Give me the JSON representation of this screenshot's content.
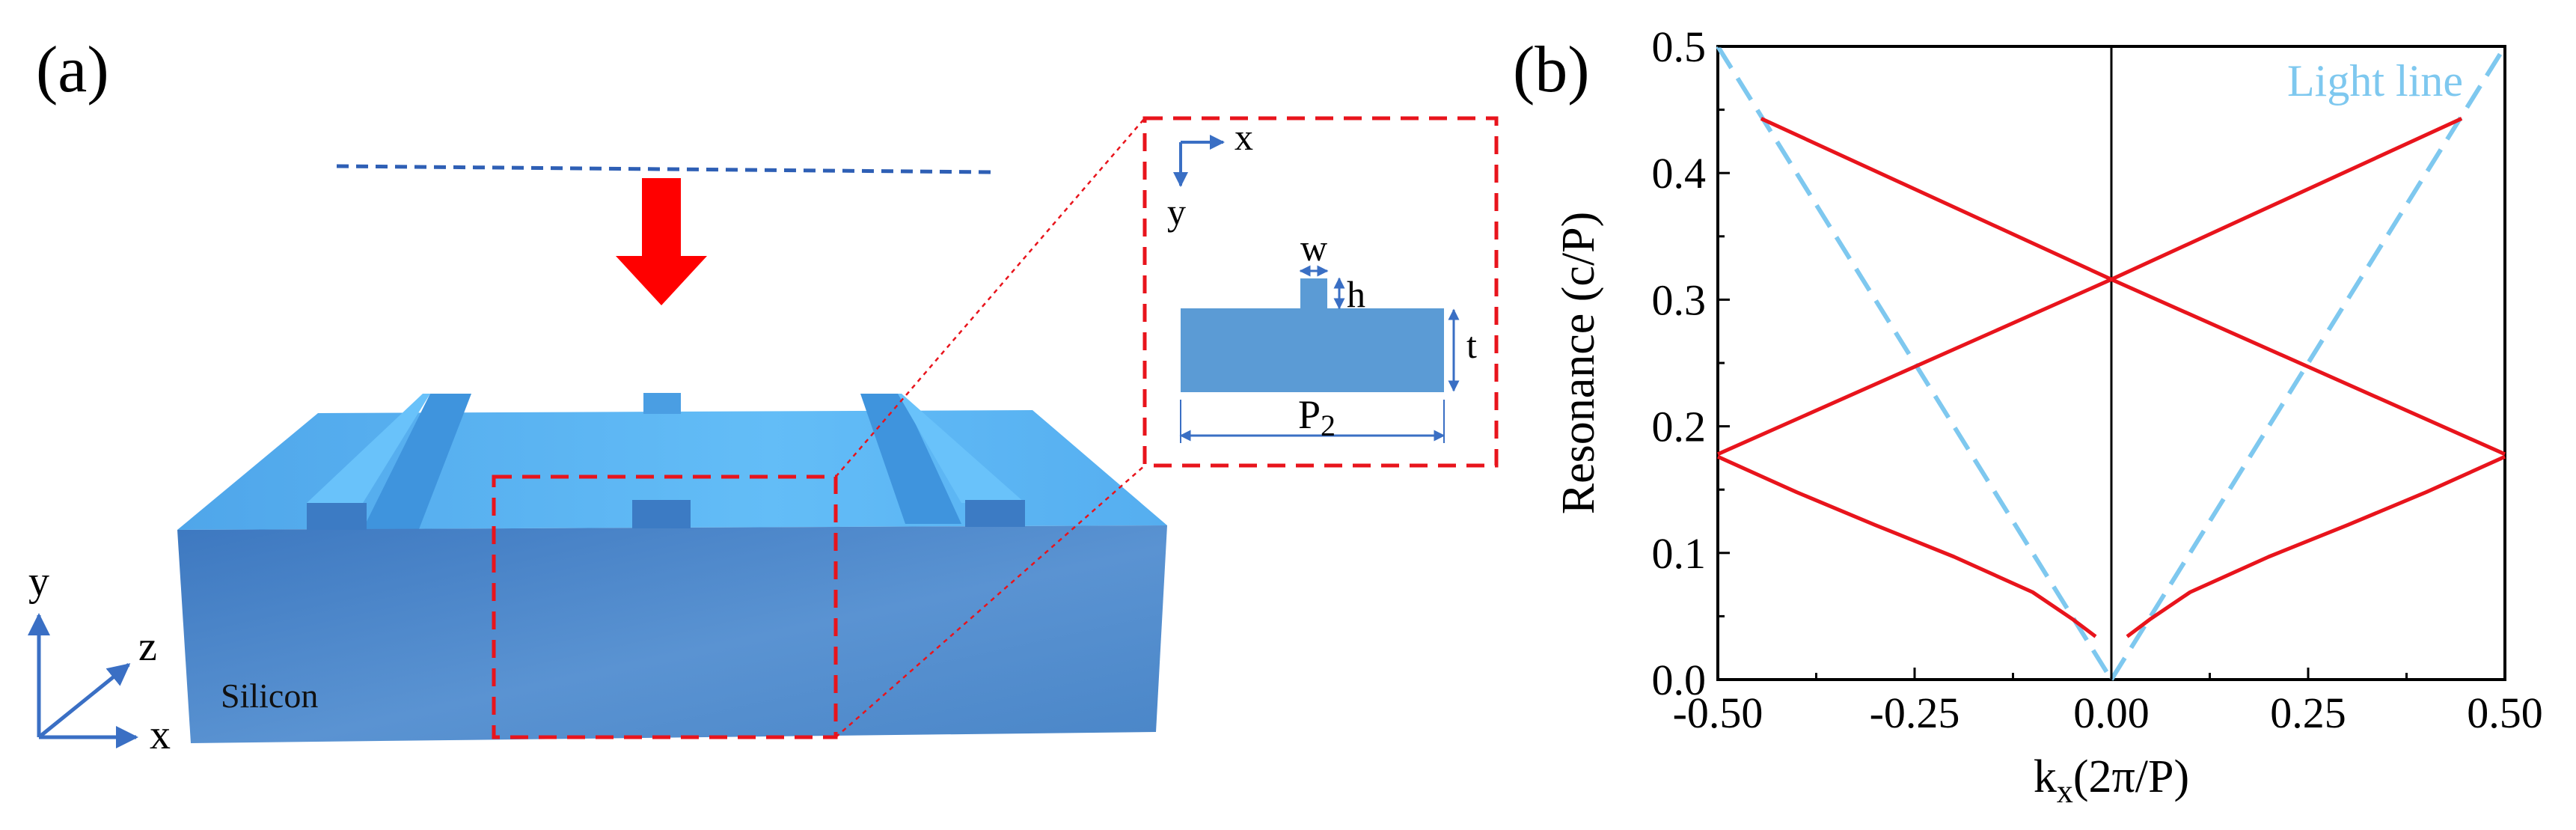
{
  "panel_a": {
    "label": "(a)",
    "material_label": "Silicon",
    "axes_3d": {
      "y": "y",
      "z": "z",
      "x": "x"
    },
    "inset": {
      "axis_x": "x",
      "axis_y": "y",
      "dim_w": "w",
      "dim_h": "h",
      "dim_t": "t",
      "dim_p": "P",
      "dim_p_sub": "2"
    },
    "colors": {
      "slab_front": "#4a86c8",
      "slab_top": "#5fb2f0",
      "arrow": "#ff0000",
      "wavefront": "#2e5fb5",
      "zoom_box": "#e8141c",
      "inset_fill": "#5b9bd5"
    }
  },
  "panel_b": {
    "label": "(b)",
    "chart_data": {
      "type": "line",
      "xlabel_main": "k",
      "xlabel_sub": "x",
      "xlabel_rest": "(2π/P)",
      "ylabel": "Resonance (c/P)",
      "xlim": [
        -0.5,
        0.5
      ],
      "ylim": [
        0.0,
        0.5
      ],
      "x_ticks": [
        -0.5,
        -0.25,
        0.0,
        0.25,
        0.5
      ],
      "x_tick_labels": [
        "-0.50",
        "-0.25",
        "0.00",
        "0.25",
        "0.50"
      ],
      "y_ticks": [
        0.0,
        0.1,
        0.2,
        0.3,
        0.4,
        0.5
      ],
      "y_tick_labels": [
        "0.0",
        "0.1",
        "0.2",
        "0.3",
        "0.4",
        "0.5"
      ],
      "annotation": "Light line",
      "colors": {
        "band": "#e8141c",
        "light_line": "#7ec8ef",
        "axis": "#000000"
      },
      "light_line": [
        {
          "x": [
            -0.5,
            0.0
          ],
          "y": [
            0.5,
            0.0
          ]
        },
        {
          "x": [
            0.0,
            0.5
          ],
          "y": [
            0.0,
            0.5
          ]
        }
      ],
      "bands": [
        {
          "x": [
            -0.445,
            0.0,
            0.5
          ],
          "y": [
            0.443,
            0.316,
            0.178
          ]
        },
        {
          "x": [
            -0.5,
            0.0,
            0.445
          ],
          "y": [
            0.178,
            0.316,
            0.443
          ]
        },
        {
          "x": [
            -0.5,
            -0.4,
            -0.3,
            -0.2,
            -0.1,
            -0.05,
            -0.02
          ],
          "y": [
            0.176,
            0.148,
            0.122,
            0.097,
            0.069,
            0.048,
            0.034
          ]
        },
        {
          "x": [
            0.5,
            0.4,
            0.3,
            0.2,
            0.1,
            0.05,
            0.02
          ],
          "y": [
            0.176,
            0.148,
            0.122,
            0.097,
            0.069,
            0.048,
            0.034
          ]
        }
      ],
      "vertical_line_x": 0.0
    }
  }
}
